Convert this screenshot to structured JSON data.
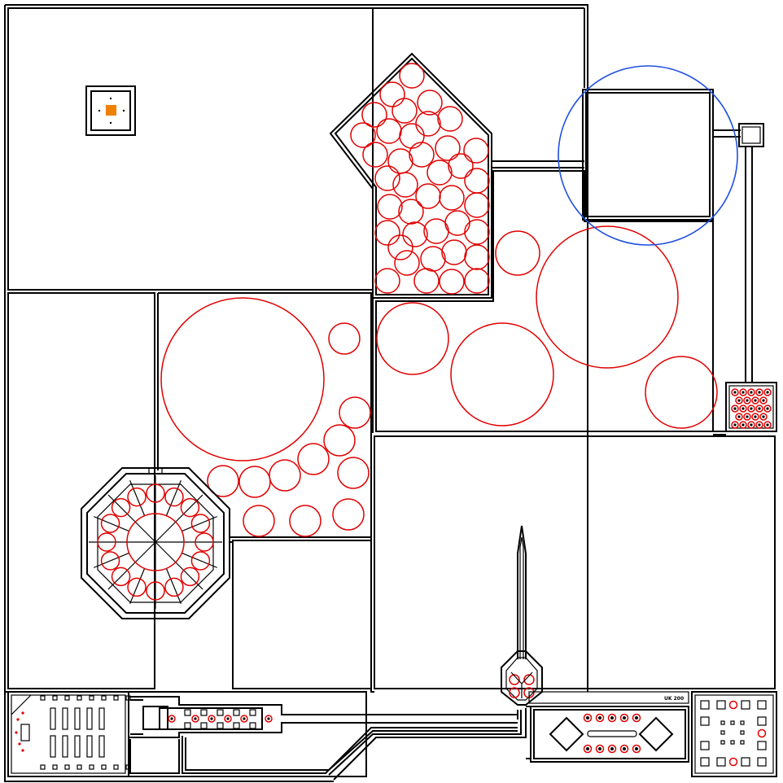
{
  "map": {
    "stamp_text": "UK 200",
    "colors": {
      "wall": "#000000",
      "zone": "#e00000",
      "range": "#1f4fe0",
      "marker": "#f08000",
      "background": "#ffffff"
    },
    "marker_icon": "orange-square-marker",
    "range_icon": "blue-range-circle"
  }
}
